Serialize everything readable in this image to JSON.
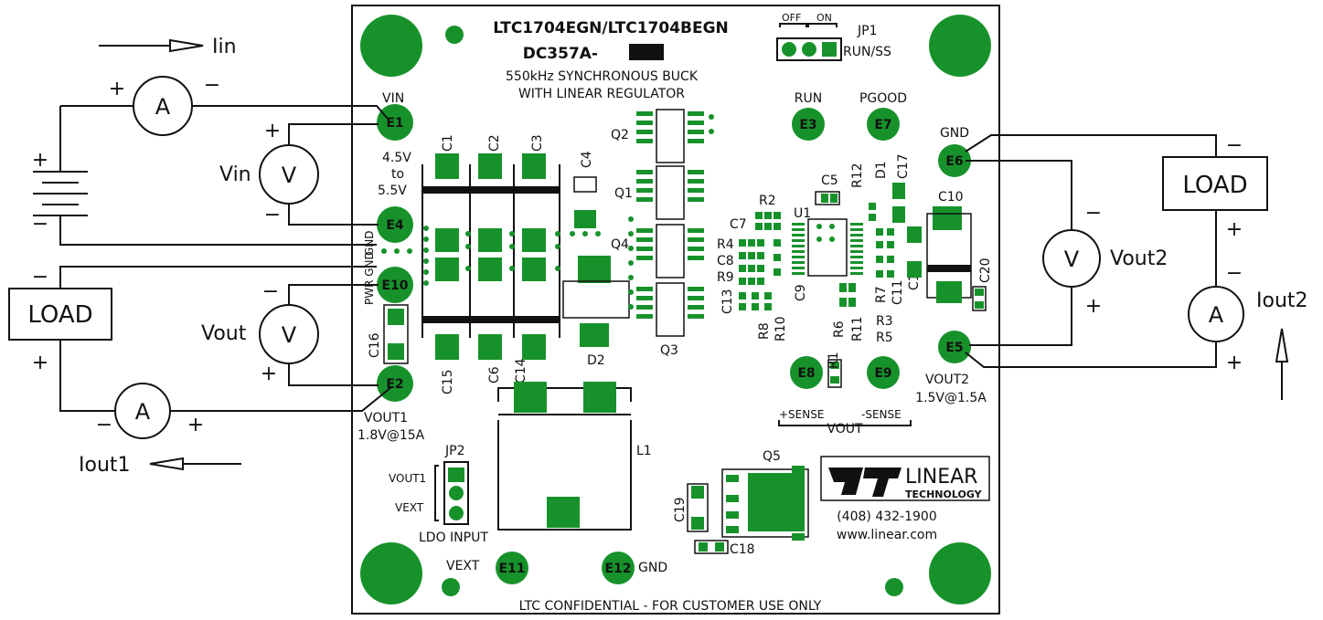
{
  "board": {
    "title_line1": "LTC1704EGN/LTC1704BEGN",
    "title_line2": "DC357A-",
    "subtitle_line1": "550kHz SYNCHRONOUS BUCK",
    "subtitle_line2": "WITH LINEAR REGULATOR",
    "confidential": "LTC CONFIDENTIAL - FOR CUSTOMER USE ONLY",
    "logo_text1": "LINEAR",
    "logo_text2": "TECHNOLOGY",
    "phone": "(408) 432-1900",
    "website": "www.linear.com",
    "colors": {
      "pad": "#17922b",
      "ink": "#111111",
      "background": "#ffffff"
    }
  },
  "jumpers": {
    "jp1": {
      "name": "JP1",
      "func": "RUN/SS",
      "off": "OFF",
      "on": "ON"
    },
    "jp2": {
      "name": "JP2",
      "opt1": "VOUT1",
      "opt2": "VEXT",
      "label": "LDO INPUT"
    }
  },
  "terminals": {
    "vin": {
      "label": "VIN",
      "id": "E1",
      "range": [
        "4.5V",
        "to",
        "5.5V"
      ]
    },
    "gnd_in": {
      "id": "E4",
      "label": "GND"
    },
    "pwr_gnd": {
      "id": "E10",
      "label": "PWR GND"
    },
    "vout1": {
      "id": "E2",
      "label": "VOUT1",
      "spec": "1.8V@15A"
    },
    "run": {
      "label": "RUN",
      "id": "E3"
    },
    "pgood": {
      "label": "PGOOD",
      "id": "E7"
    },
    "gnd_out": {
      "label": "GND",
      "id": "E6"
    },
    "vout2": {
      "id": "E5",
      "label": "VOUT2",
      "spec": "1.5V@1.5A"
    },
    "sense_p": {
      "id": "E8",
      "label": "+SENSE"
    },
    "sense_m": {
      "id": "E9",
      "label": "-SENSE"
    },
    "vout_sense": "VOUT",
    "vext": {
      "label": "VEXT",
      "id": "E11"
    },
    "gnd_bot": {
      "id": "E12",
      "label": "GND"
    }
  },
  "components": {
    "caps": [
      "C1",
      "C2",
      "C3",
      "C4",
      "C5",
      "C6",
      "C7",
      "C8",
      "C9",
      "C10",
      "C11",
      "C12",
      "C13",
      "C14",
      "C15",
      "C16",
      "C17",
      "C18",
      "C19",
      "C20"
    ],
    "resistors": [
      "R1",
      "R2",
      "R3",
      "R4",
      "R5",
      "R6",
      "R7",
      "R8",
      "R9",
      "R10",
      "R11",
      "R12"
    ],
    "fets": [
      "Q1",
      "Q2",
      "Q3",
      "Q4",
      "Q5"
    ],
    "diodes": [
      "D1",
      "D2"
    ],
    "ic": "U1",
    "inductor": "L1"
  },
  "external": {
    "iin": "Iin",
    "vin_meter": "Vin",
    "vout_meter": "Vout",
    "vout2_meter": "Vout2",
    "iout1": "Iout1",
    "iout2": "Iout2",
    "load": "LOAD",
    "ammeter": "A",
    "voltmeter": "V",
    "plus": "+",
    "minus": "−"
  }
}
